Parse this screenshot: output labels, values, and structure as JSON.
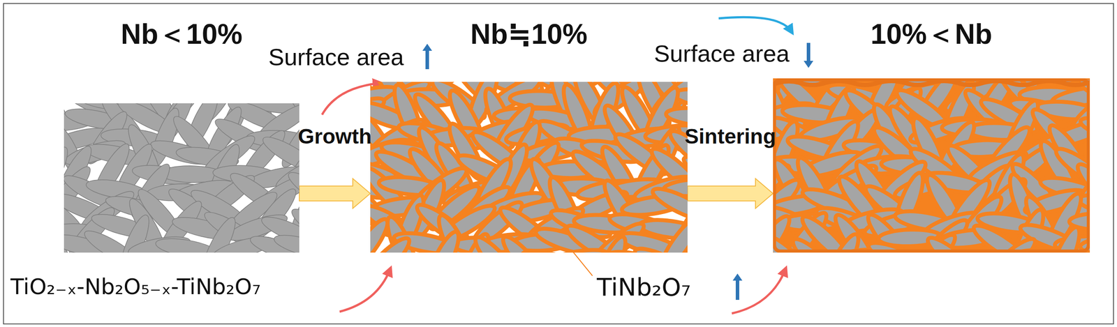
{
  "diagram": {
    "nodes": [
      {
        "text": [
          "Nb＜10%"
        ]
      },
      {
        "text": [
          "Nb≒10%"
        ]
      },
      {
        "text": [
          "10%＜Nb"
        ]
      }
    ],
    "edges": [
      {
        "from": 0,
        "to": 1,
        "arrow": "to",
        "label": "Growth"
      },
      {
        "from": 1,
        "to": 2,
        "arrow": "to",
        "label": "Sintering"
      }
    ],
    "labels": [
      "Surface area",
      "Surface area",
      "TiO₂₋ₓ-Nb₂O₅₋ₓ-TiNb₂O₇",
      "TiNb₂O₇"
    ]
  }
}
